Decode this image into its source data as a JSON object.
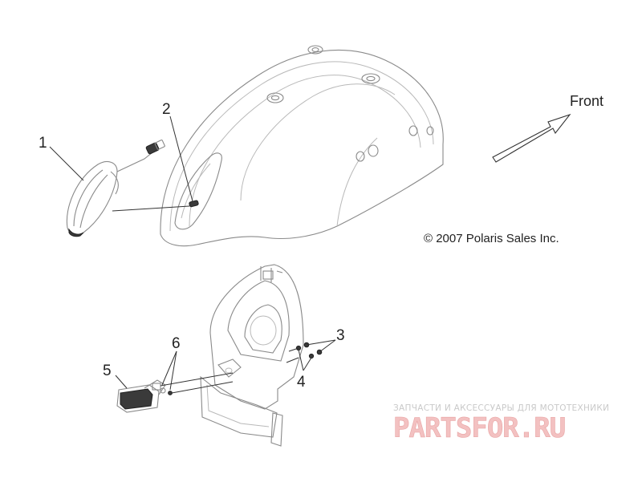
{
  "callouts": [
    "1",
    "2",
    "3",
    "4",
    "5",
    "6"
  ],
  "direction_label": "Front",
  "copyright": "© 2007 Polaris Sales Inc.",
  "watermark": {
    "subtitle": "ЗАПЧАСТИ И АКСЕССУАРЫ ДЛЯ МОТОТЕХНИКИ",
    "logo": "PARTSFOR.RU"
  },
  "colors": {
    "line": "#8a8a8a",
    "text": "#222222",
    "watermark": "#f3c1c1"
  }
}
